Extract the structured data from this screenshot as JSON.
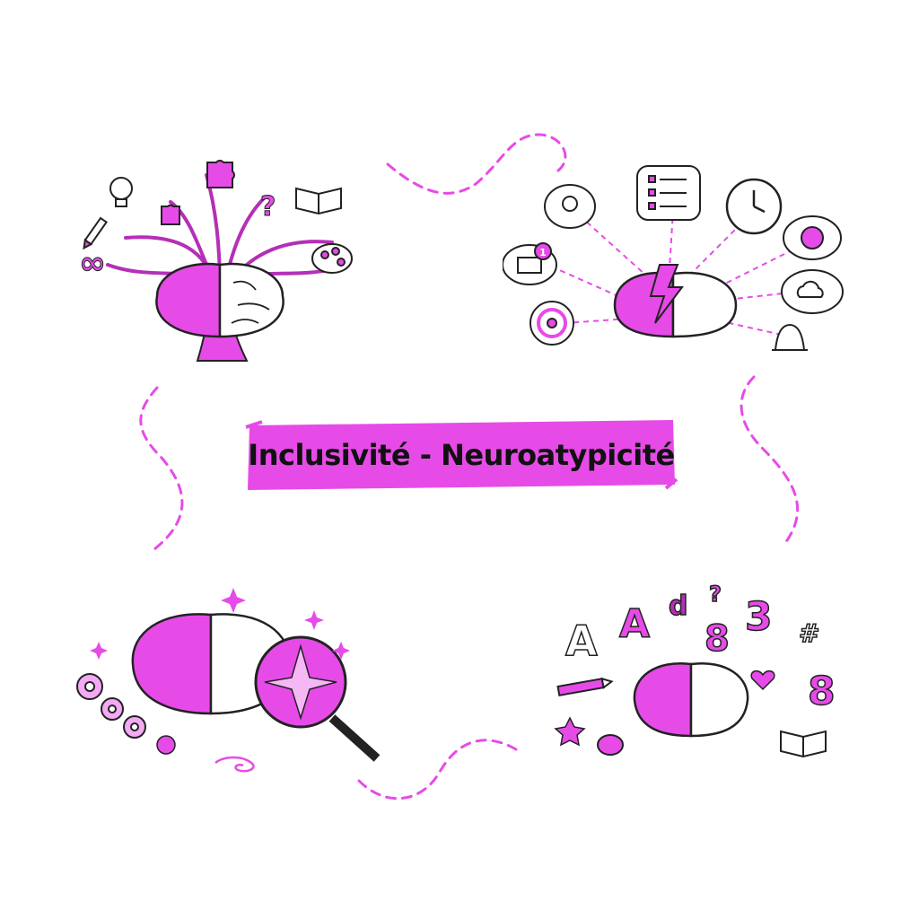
{
  "title": "Inclusivité - Neuroatypicité",
  "colors": {
    "accent": "#e64be8",
    "accent_dark": "#c21ec4",
    "outline": "#222222",
    "background": "#ffffff"
  },
  "illustrations": {
    "tree_brain": {
      "icons": [
        "lightbulb-icon",
        "puzzle-icon",
        "question-icon",
        "book-icon",
        "pencil-icon",
        "palette-icon",
        "infinity-icon"
      ]
    },
    "overload_brain": {
      "icons": [
        "lightbulb-bubble-icon",
        "checklist-bubble-icon",
        "clock-icon",
        "alert-bubble-icon",
        "mail-icon",
        "cloud-bubble-icon",
        "target-icon",
        "bell-icon",
        "lightning-icon"
      ],
      "mail_badge": "1"
    },
    "magnifier_brain": {
      "icons": [
        "gear-icon",
        "sparkle-icon",
        "magnifier-icon",
        "spiral-icon"
      ]
    },
    "symbols_brain": {
      "letters": [
        "A",
        "A",
        "d",
        "8",
        "3",
        "8",
        "#",
        "?"
      ],
      "icons": [
        "book-icon",
        "pencil-icon",
        "star-icon",
        "heart-icon"
      ]
    }
  }
}
